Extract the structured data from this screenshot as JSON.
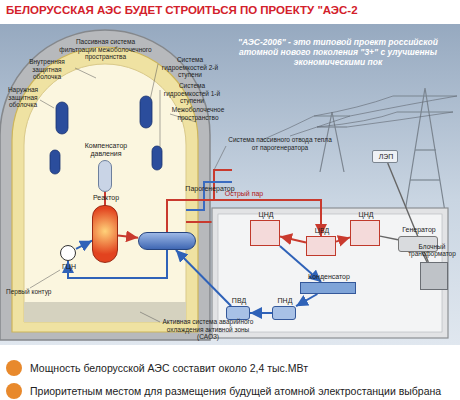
{
  "diagram": {
    "title": "БЕЛОРУССКАЯ АЭС БУДЕТ СТРОИТЬСЯ ПО ПРОЕКТУ \"АЭС-2",
    "nodes": [
      {
        "text": [
          "Компенсатор давления"
        ]
      },
      {
        "text": [
          "Реактор"
        ]
      },
      {
        "text": [
          "ГЦН"
        ]
      },
      {
        "text": [
          "Парогенератор"
        ]
      },
      {
        "text": [
          "ЦНД"
        ]
      },
      {
        "text": [
          "ЦВД"
        ]
      },
      {
        "text": [
          "ЦНД"
        ]
      },
      {
        "text": [
          "Генератор"
        ]
      },
      {
        "text": [
          "Конденсатор"
        ]
      },
      {
        "text": [
          "ПНД"
        ]
      },
      {
        "text": [
          "ПВД"
        ]
      },
      {
        "text": [
          "Блочный трансформатор"
        ]
      },
      {
        "text": [
          "ЛЭП"
        ]
      }
    ],
    "edges": [
      {
        "from": 0,
        "to": 1,
        "arrow": "none"
      },
      {
        "from": 2,
        "to": 1,
        "arrow": "to"
      },
      {
        "from": 1,
        "to": 3,
        "arrow": "to"
      },
      {
        "from": 3,
        "to": 5,
        "label": "Острый пар",
        "arrow": "to"
      },
      {
        "from": 5,
        "to": 4,
        "arrow": "to"
      },
      {
        "from": 5,
        "to": 6,
        "arrow": "to"
      },
      {
        "from": 6,
        "to": 7,
        "arrow": "none"
      },
      {
        "from": 4,
        "to": 8,
        "arrow": "to"
      },
      {
        "from": 8,
        "to": 9,
        "arrow": "to"
      },
      {
        "from": 9,
        "to": 10,
        "arrow": "to"
      },
      {
        "from": 10,
        "to": 3,
        "arrow": "to"
      },
      {
        "from": 7,
        "to": 11,
        "arrow": "none"
      },
      {
        "from": 11,
        "to": 12,
        "arrow": "none"
      },
      {
        "from": 3,
        "to": 2,
        "arrow": "to"
      }
    ],
    "labels": [
      "\"АЭС-2006\" - это типовой проект российской атомной нового поколения \"3+\" с улучшенны экономическими пок",
      "Пассивная система фильтрации межоболочечного пространства",
      "Внутренняя защитная оболочка",
      "Наружная защитная оболочка",
      "Система гидроемкостей 2-й ступени",
      "Система гидроемкостей 1-й ступени",
      "Межоболочечное пространство",
      "Система пассивного отвода тепла от парогенератора",
      "Первый контур",
      "Активная система аварийного охлаждения активной зоны (САОЗ)",
      "Мощность белорусской АЭС составит около 2,4 тыс.МВт",
      "Приоритетным местом для размещения будущей атомной электростанции выбрана"
    ]
  }
}
